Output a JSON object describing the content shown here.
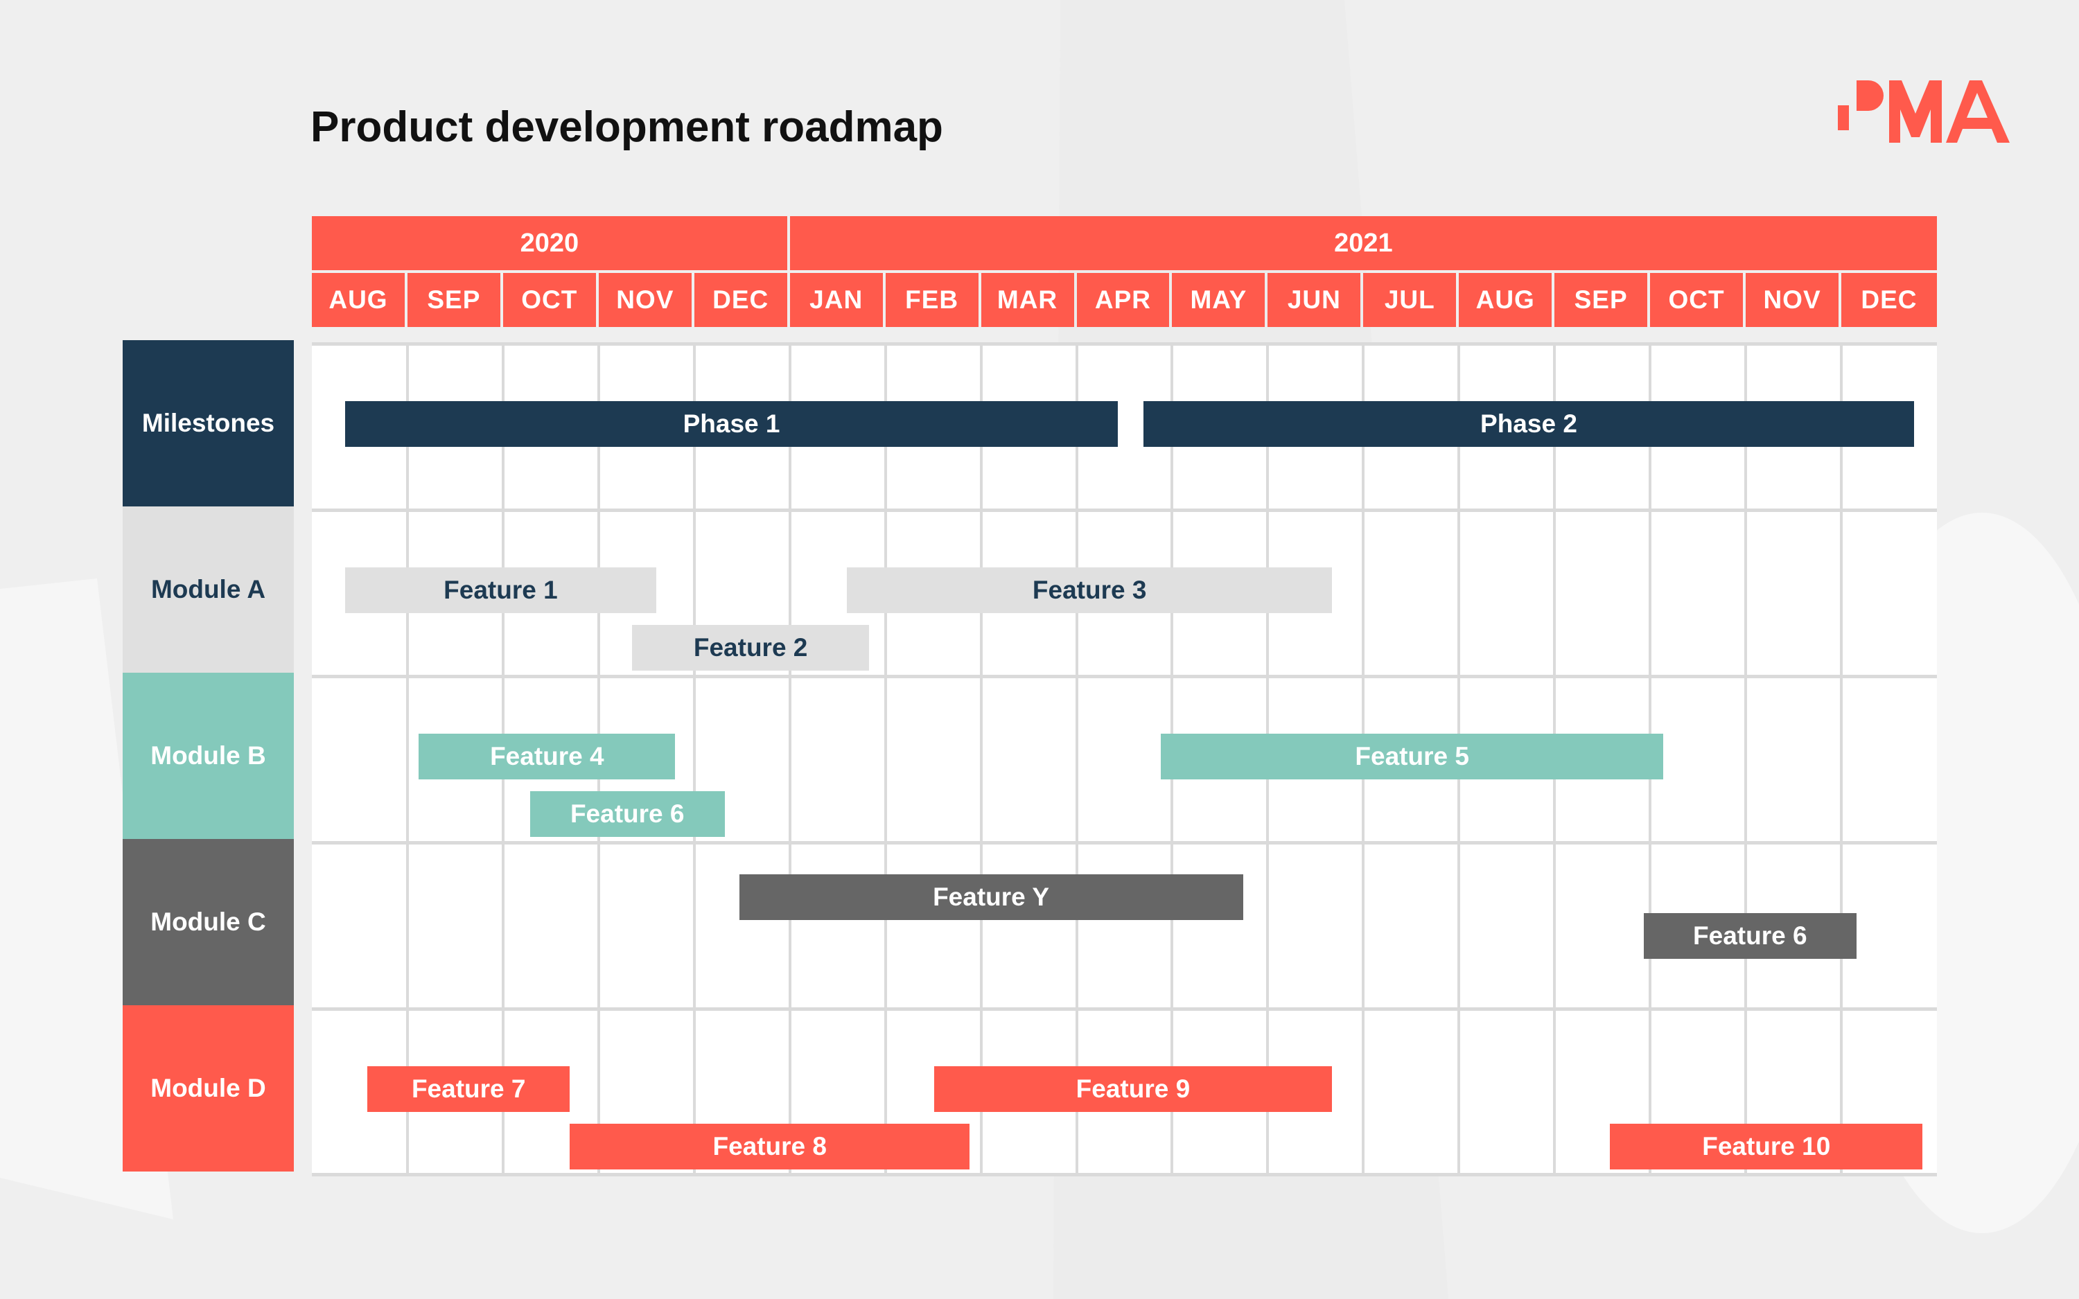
{
  "title": "Product development roadmap",
  "logo": {
    "text": "PMA",
    "color": "#ff5a4c"
  },
  "colors": {
    "header": "#ff5a4c",
    "milestones": "#1d3a52",
    "module_a": "#e0e0e0",
    "module_b": "#84c9bb",
    "module_c": "#666666",
    "module_d": "#ff5a4c",
    "grid_line": "#dadada"
  },
  "years": [
    {
      "label": "2020",
      "months": 5
    },
    {
      "label": "2021",
      "months": 12
    }
  ],
  "months": [
    "AUG",
    "SEP",
    "OCT",
    "NOV",
    "DEC",
    "JAN",
    "FEB",
    "MAR",
    "APR",
    "MAY",
    "JUN",
    "JUL",
    "AUG",
    "SEP",
    "OCT",
    "NOV",
    "DEC"
  ],
  "rows": [
    {
      "label": "Milestones",
      "bg": "#1d3a52",
      "text_color": "#ffffff"
    },
    {
      "label": "Module A",
      "bg": "#e0e0e0",
      "text_color": "#1d3a52"
    },
    {
      "label": "Module B",
      "bg": "#84c9bb",
      "text_color": "#ffffff"
    },
    {
      "label": "Module C",
      "bg": "#666666",
      "text_color": "#ffffff"
    },
    {
      "label": "Module D",
      "bg": "#ff5a4c",
      "text_color": "#ffffff"
    }
  ],
  "bars": [
    {
      "label": "Phase 1",
      "row": 0,
      "start": 0.35,
      "end": 8.43,
      "lane": 0,
      "bg": "#1d3a52",
      "color": "#ffffff"
    },
    {
      "label": "Phase 2",
      "row": 0,
      "start": 8.7,
      "end": 16.76,
      "lane": 0,
      "bg": "#1d3a52",
      "color": "#ffffff"
    },
    {
      "label": "Feature 1",
      "row": 1,
      "start": 0.35,
      "end": 3.6,
      "lane": 1,
      "bg": "#e0e0e0",
      "color": "#1d3a52"
    },
    {
      "label": "Feature 3",
      "row": 1,
      "start": 5.6,
      "end": 10.67,
      "lane": 1,
      "bg": "#e0e0e0",
      "color": "#1d3a52"
    },
    {
      "label": "Feature 2",
      "row": 1,
      "start": 3.35,
      "end": 5.83,
      "lane": 2,
      "bg": "#e0e0e0",
      "color": "#1d3a52"
    },
    {
      "label": "Feature 4",
      "row": 2,
      "start": 1.12,
      "end": 3.8,
      "lane": 1,
      "bg": "#84c9bb",
      "color": "#ffffff"
    },
    {
      "label": "Feature 5",
      "row": 2,
      "start": 8.88,
      "end": 14.14,
      "lane": 1,
      "bg": "#84c9bb",
      "color": "#ffffff"
    },
    {
      "label": "Feature 6",
      "row": 2,
      "start": 2.28,
      "end": 4.32,
      "lane": 2,
      "bg": "#84c9bb",
      "color": "#ffffff"
    },
    {
      "label": "Feature Y",
      "row": 3,
      "start": 4.47,
      "end": 9.74,
      "lane": 3,
      "bg": "#666666",
      "color": "#ffffff"
    },
    {
      "label": "Feature 6",
      "row": 3,
      "start": 13.93,
      "end": 16.16,
      "lane": 4,
      "bg": "#666666",
      "color": "#ffffff"
    },
    {
      "label": "Feature 7",
      "row": 4,
      "start": 0.58,
      "end": 2.7,
      "lane": 1,
      "bg": "#ff5a4c",
      "color": "#ffffff"
    },
    {
      "label": "Feature 9",
      "row": 4,
      "start": 6.51,
      "end": 10.67,
      "lane": 1,
      "bg": "#ff5a4c",
      "color": "#ffffff"
    },
    {
      "label": "Feature 8",
      "row": 4,
      "start": 2.7,
      "end": 6.88,
      "lane": 2,
      "bg": "#ff5a4c",
      "color": "#ffffff"
    },
    {
      "label": "Feature 10",
      "row": 4,
      "start": 13.58,
      "end": 16.85,
      "lane": 2,
      "bg": "#ff5a4c",
      "color": "#ffffff"
    }
  ]
}
